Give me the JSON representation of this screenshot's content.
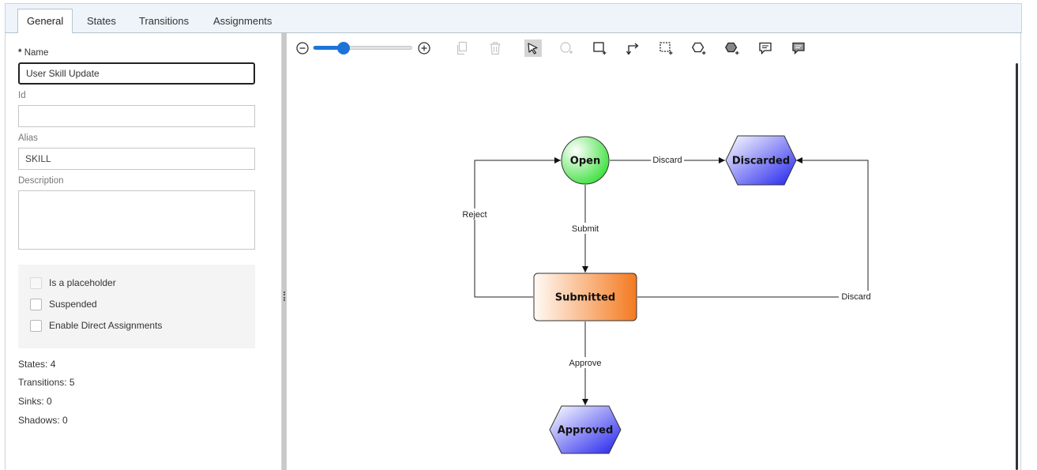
{
  "tabs": [
    {
      "label": "General",
      "active": true
    },
    {
      "label": "States",
      "active": false
    },
    {
      "label": "Transitions",
      "active": false
    },
    {
      "label": "Assignments",
      "active": false
    }
  ],
  "form": {
    "required_marker": "*",
    "name_label": "Name",
    "name_value": "User Skill Update",
    "id_label": "Id",
    "id_value": "",
    "alias_label": "Alias",
    "alias_value": "SKILL",
    "description_label": "Description",
    "description_value": ""
  },
  "options": [
    {
      "label": "Is a placeholder",
      "checked": false,
      "disabled": true
    },
    {
      "label": "Suspended",
      "checked": false,
      "disabled": false
    },
    {
      "label": "Enable Direct Assignments",
      "checked": false,
      "disabled": false
    }
  ],
  "stats": {
    "states": "States: 4",
    "transitions": "Transitions: 5",
    "sinks": "Sinks: 0",
    "shadows": "Shadows: 0"
  },
  "toolbar": {
    "zoom_fraction": 0.3,
    "icons": [
      "zoom-out-icon",
      "zoom-in-icon",
      "copy-icon",
      "trash-icon",
      "pointer-select-icon",
      "add-state-icon",
      "add-rectangle-state-icon",
      "add-transition-icon",
      "select-region-icon",
      "add-circle-state-icon",
      "add-shadow-state-icon",
      "add-comment-icon",
      "add-shaded-comment-icon"
    ]
  },
  "diagram": {
    "states": {
      "open": {
        "label": "Open",
        "color": "#3ae03a"
      },
      "discarded": {
        "label": "Discarded",
        "color": "#2222ee"
      },
      "submitted": {
        "label": "Submitted",
        "color": "#f47a20"
      },
      "approved": {
        "label": "Approved",
        "color": "#2222ee"
      }
    },
    "transitions": {
      "discard_from_open": "Discard",
      "submit": "Submit",
      "reject": "Reject",
      "discard_from_submitted": "Discard",
      "approve": "Approve"
    }
  }
}
